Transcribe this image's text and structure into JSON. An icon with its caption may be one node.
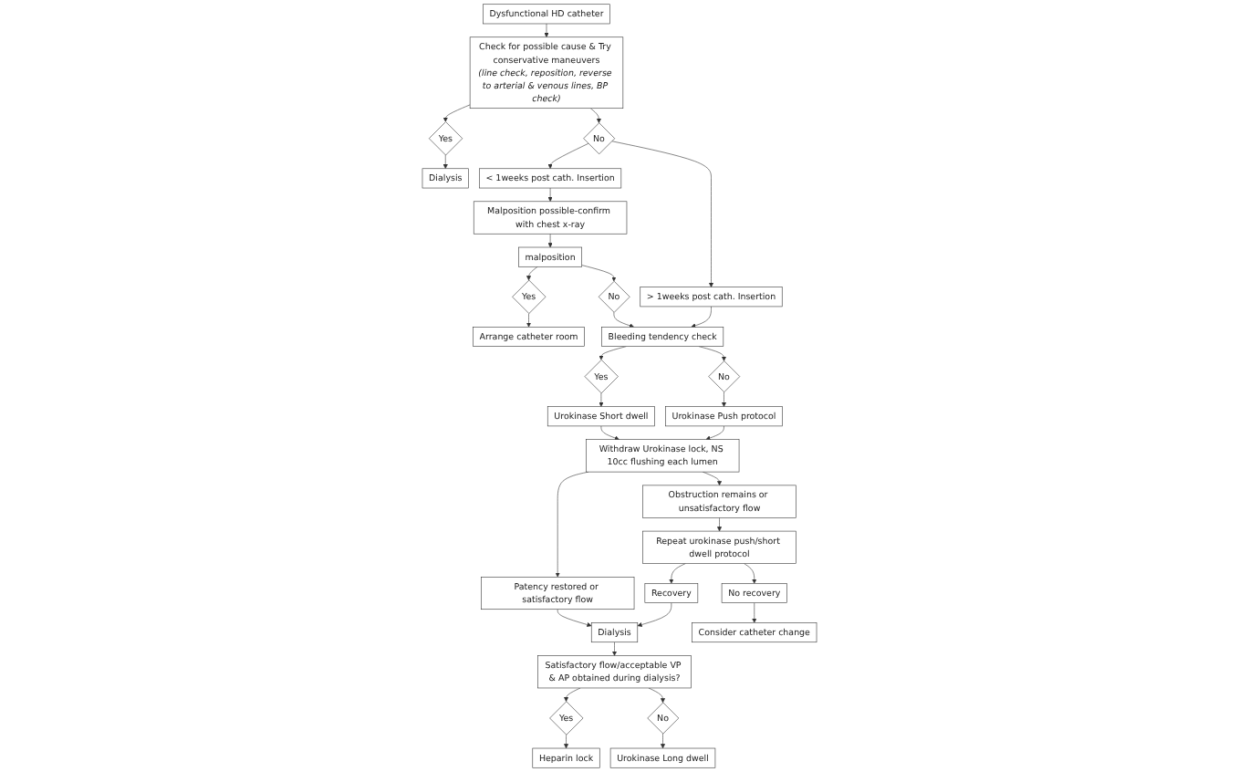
{
  "diagram": {
    "nodes": [
      {
        "text": [
          "Dysfunctional HD catheter"
        ]
      },
      {
        "text": [
          "Check for possible cause & Try conservative maneuvers",
          "(line check, reposition, reverse to arterial & venous lines, BP check)"
        ]
      },
      {
        "text": [
          "Yes"
        ]
      },
      {
        "text": [
          "Dialysis"
        ]
      },
      {
        "text": [
          "No"
        ]
      },
      {
        "text": [
          "< 1weeks post cath. Insertion"
        ]
      },
      {
        "text": [
          "> 1weeks post cath. Insertion"
        ]
      },
      {
        "text": [
          "Malposition possible-confirm with chest x-ray"
        ]
      },
      {
        "text": [
          "Bleeding tendency check"
        ]
      },
      {
        "text": [
          "malposition"
        ]
      },
      {
        "text": [
          "Yes"
        ]
      },
      {
        "text": [
          "No"
        ]
      },
      {
        "text": [
          "Urokinase Short dwell"
        ]
      },
      {
        "text": [
          "Urokinase Push protocol"
        ]
      },
      {
        "text": [
          "Yes"
        ]
      },
      {
        "text": [
          "No"
        ]
      },
      {
        "text": [
          "Withdraw Urokinase lock, NS 10cc flushing each lumen"
        ]
      },
      {
        "text": [
          "Arrange catheter room"
        ]
      },
      {
        "text": [
          "Patency restored or satisfactory flow"
        ]
      },
      {
        "text": [
          "Obstruction remains or unsatisfactory flow"
        ]
      },
      {
        "text": [
          "Dialysis"
        ]
      },
      {
        "text": [
          "Repeat urokinase push/short dwell protocol"
        ]
      },
      {
        "text": [
          "Satisfactory flow/acceptable VP & AP obtained during dialysis?"
        ]
      },
      {
        "text": [
          "Recovery"
        ]
      },
      {
        "text": [
          "No recovery"
        ]
      },
      {
        "text": [
          "Yes"
        ]
      },
      {
        "text": [
          "No"
        ]
      },
      {
        "text": [
          "Heparin lock"
        ]
      },
      {
        "text": [
          "Urokinase Long dwell"
        ]
      },
      {
        "text": [
          "Consider catheter change"
        ]
      }
    ],
    "edges": [
      {
        "from": 0,
        "to": 1,
        "arrow": "to"
      },
      {
        "from": 1,
        "to": 2,
        "arrow": "to"
      },
      {
        "from": 2,
        "to": 3,
        "arrow": "to"
      },
      {
        "from": 1,
        "to": 4,
        "arrow": "to"
      },
      {
        "from": 4,
        "to": 5,
        "arrow": "to"
      },
      {
        "from": 4,
        "to": 6,
        "arrow": "to"
      },
      {
        "from": 5,
        "to": 7,
        "arrow": "to"
      },
      {
        "from": 7,
        "to": 9,
        "arrow": "to"
      },
      {
        "from": 9,
        "to": 14,
        "arrow": "to"
      },
      {
        "from": 9,
        "to": 15,
        "arrow": "to"
      },
      {
        "from": 14,
        "to": 17,
        "arrow": "to"
      },
      {
        "from": 15,
        "to": 8,
        "arrow": "to"
      },
      {
        "from": 6,
        "to": 8,
        "arrow": "to"
      },
      {
        "from": 8,
        "to": 10,
        "arrow": "to"
      },
      {
        "from": 8,
        "to": 11,
        "arrow": "to"
      },
      {
        "from": 10,
        "to": 12,
        "arrow": "to"
      },
      {
        "from": 11,
        "to": 13,
        "arrow": "to"
      },
      {
        "from": 12,
        "to": 16,
        "arrow": "to"
      },
      {
        "from": 13,
        "to": 16,
        "arrow": "to"
      },
      {
        "from": 16,
        "to": 18,
        "arrow": "to"
      },
      {
        "from": 16,
        "to": 19,
        "arrow": "to"
      },
      {
        "from": 18,
        "to": 20,
        "arrow": "to"
      },
      {
        "from": 19,
        "to": 21,
        "arrow": "to"
      },
      {
        "from": 20,
        "to": 22,
        "arrow": "to"
      },
      {
        "from": 21,
        "to": 23,
        "arrow": "to"
      },
      {
        "from": 21,
        "to": 24,
        "arrow": "to"
      },
      {
        "from": 23,
        "to": 20,
        "arrow": "to"
      },
      {
        "from": 22,
        "to": 25,
        "arrow": "to"
      },
      {
        "from": 22,
        "to": 26,
        "arrow": "to"
      },
      {
        "from": 25,
        "to": 27,
        "arrow": "to"
      },
      {
        "from": 26,
        "to": 28,
        "arrow": "to"
      },
      {
        "from": 24,
        "to": 29,
        "arrow": "to"
      }
    ]
  }
}
